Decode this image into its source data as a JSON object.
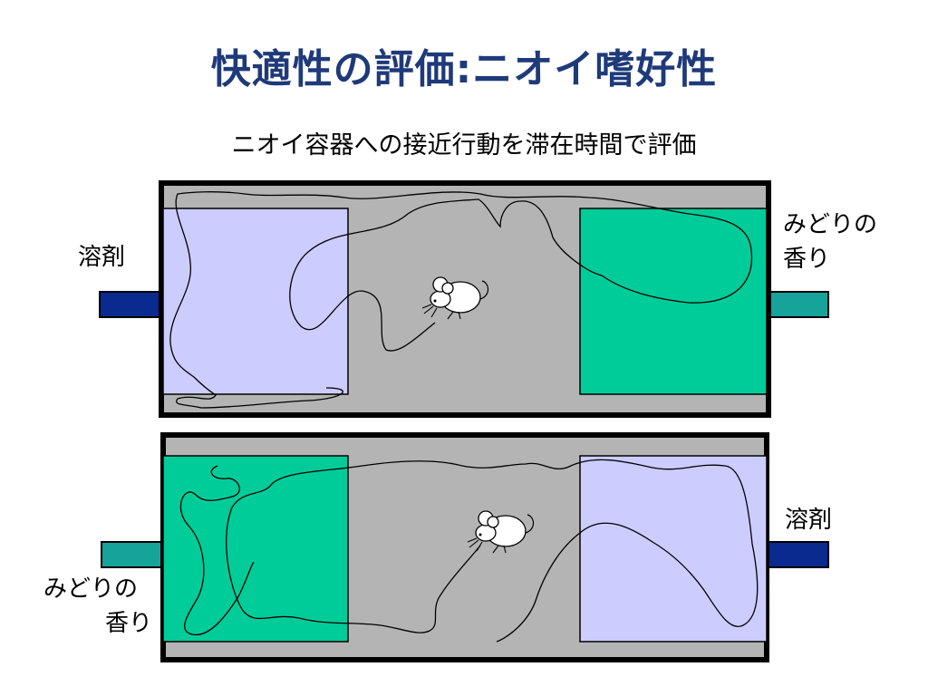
{
  "title": "快適性の評価:ニオイ嗜好性",
  "subtitle": "ニオイ容器への接近行動を滞在時間で評価",
  "top_chamber": {
    "left_label": "溶剤",
    "right_label_line1": "みどりの",
    "right_label_line2": "香り"
  },
  "bottom_chamber": {
    "left_label_line1": "みどりの",
    "left_label_line2": "香り",
    "right_label": "溶剤"
  },
  "colors": {
    "title": "#1f3a7a",
    "arena_bg": "#b4b4b4",
    "solvent_zone": "#ccccff",
    "green_zone": "#00cc99",
    "solvent_tube": "#0a2a8f",
    "green_tube": "#16a39a"
  },
  "icons": [
    "mouse-icon"
  ]
}
